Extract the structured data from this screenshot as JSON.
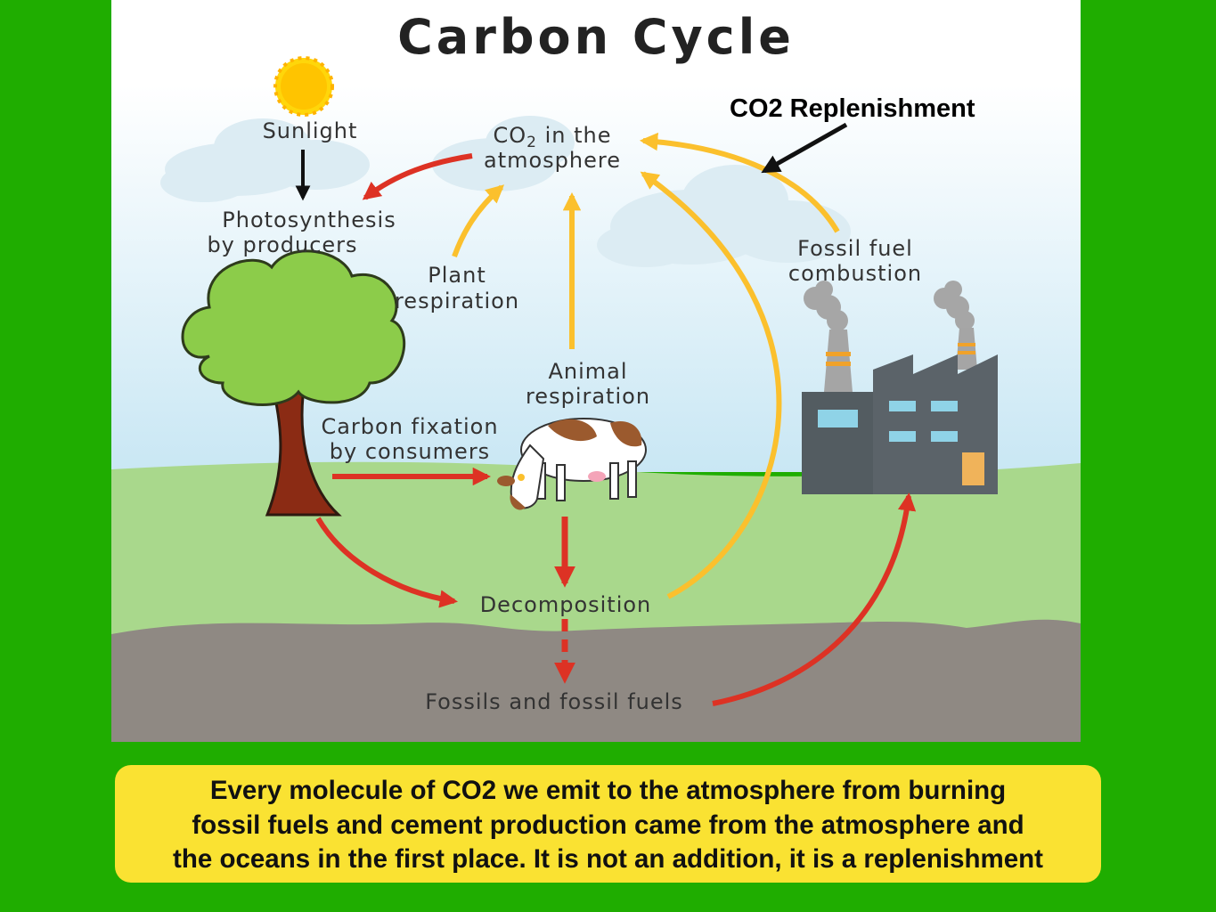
{
  "title": "Carbon Cycle",
  "annotation": "CO2 Replenishment",
  "colors": {
    "background": "#1fad00",
    "caption_box": "#fae232",
    "red_arrow": "#dd3224",
    "yellow_arrow": "#fbc02d",
    "grass": "#a9d88c",
    "ground": "#8f8983"
  },
  "labels": {
    "sunlight": "Sunlight",
    "co2_line1_prefix": "CO",
    "co2_subscript": "2",
    "co2_line1_suffix": " in the",
    "co2_line2": "atmosphere",
    "photosynthesis_line1": "Photosynthesis",
    "photosynthesis_line2": "by producers",
    "plant_resp_line1": "Plant",
    "plant_resp_line2": "respiration",
    "animal_resp_line1": "Animal",
    "animal_resp_line2": "respiration",
    "carbon_fix_line1": "Carbon fixation",
    "carbon_fix_line2": "by consumers",
    "fossil_comb_line1": "Fossil fuel",
    "fossil_comb_line2": "combustion",
    "decomposition": "Decomposition",
    "fossils": "Fossils and fossil fuels"
  },
  "caption": {
    "line1": "Every molecule of CO2 we emit to the atmosphere from burning",
    "line2": "fossil fuels and cement production came from the atmosphere and",
    "line3": "the oceans in the first place. It is not an addition, it is a replenishment"
  }
}
